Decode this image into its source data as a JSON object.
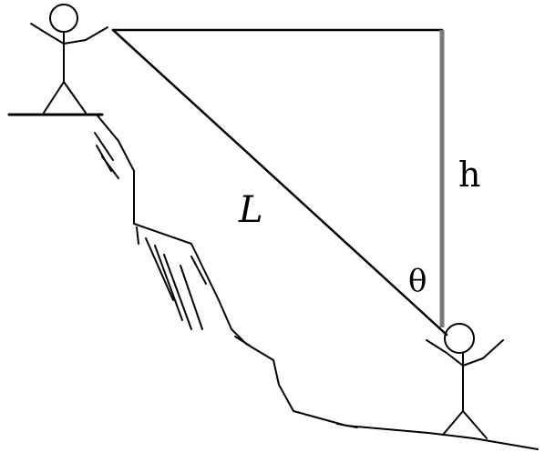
{
  "labels": {
    "length": "L",
    "height": "h",
    "angle": "θ"
  },
  "colors": {
    "ink": "#000000",
    "height_line": "#7a7a7a",
    "background": "#ffffff"
  }
}
